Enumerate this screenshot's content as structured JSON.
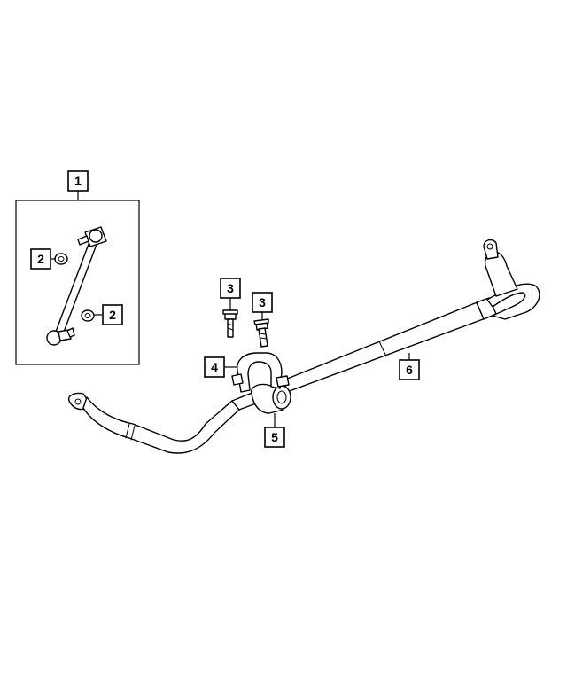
{
  "diagram": {
    "colors": {
      "line": "#000000",
      "background": "#ffffff"
    },
    "callouts": [
      {
        "id": "c1",
        "label": "1"
      },
      {
        "id": "c2a",
        "label": "2"
      },
      {
        "id": "c2b",
        "label": "2"
      },
      {
        "id": "c3a",
        "label": "3"
      },
      {
        "id": "c3b",
        "label": "3"
      },
      {
        "id": "c4",
        "label": "4"
      },
      {
        "id": "c5",
        "label": "5"
      },
      {
        "id": "c6",
        "label": "6"
      }
    ]
  }
}
